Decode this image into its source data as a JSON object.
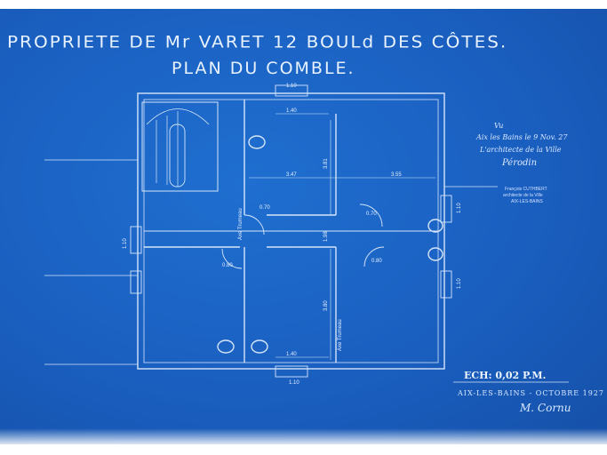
{
  "drawing": {
    "title_line1": "PROPRIETE DE Mr VARET 12 BOULd DES CÔTES.",
    "title_line2": "PLAN DU COMBLE.",
    "scale_label": "ECH: 0,02 P.M.",
    "place_date": "AIX-LES-BAINS - OCTOBRE 1927",
    "signature": "M. Cornu"
  },
  "approval": {
    "line1": "Vu",
    "line2": "Aix les Bains le 9 Nov. 27",
    "line3": "L'architecte de la Ville",
    "signature": "Pérodin",
    "stamp_line1": "François CUTHBERT",
    "stamp_line2": "architecte de la Ville",
    "stamp_line3": "AIX-LES-BAINS"
  },
  "dimensions": {
    "top_opening": "1.10",
    "top_left_room": "1.40",
    "mid_span": "3.47",
    "mid_height": "3.81",
    "right_span": "3.55",
    "center_vertical": "1.98",
    "lower_height": "3.80",
    "bottom_left": "1.40",
    "bottom_opening": "1.10",
    "left_side": "1.10",
    "right_side_top": "1.10",
    "right_side_bottom": "1.10",
    "door_left": "0.70",
    "door_right": "0.70",
    "door_lower_left": "0.80",
    "door_lower_right": "0.80"
  },
  "room_labels": {
    "upper_left": "Axe Trumeau",
    "lower_center": "Axe Trumeau"
  },
  "colors": {
    "paper": "#1a5fc0",
    "lines": "#eaf3ff"
  }
}
